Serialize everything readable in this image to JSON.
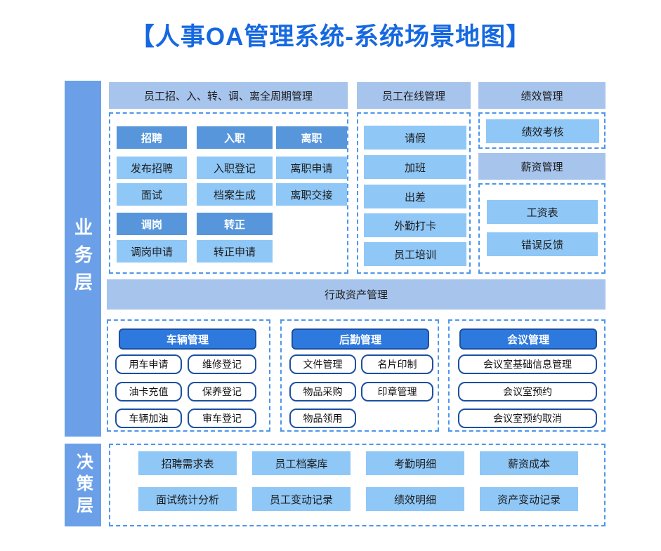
{
  "title": "【人事OA管理系统-系统场景地图】",
  "layers": {
    "business": "业务层",
    "decision": "决策层"
  },
  "lifecycle": {
    "header": "员工招、入、转、调、离全周期管理",
    "recruit": [
      "招聘",
      "发布招聘",
      "面试",
      "调岗",
      "调岗申请"
    ],
    "onboard": [
      "入职",
      "入职登记",
      "档案生成",
      "转正",
      "转正申请"
    ],
    "resign": [
      "离职",
      "离职申请",
      "离职交接"
    ]
  },
  "online": {
    "header": "员工在线管理",
    "items": [
      "请假",
      "加班",
      "出差",
      "外勤打卡",
      "员工培训"
    ]
  },
  "performance": {
    "header": "绩效管理",
    "assessment": "绩效考核",
    "salary_header": "薪资管理",
    "salary_items": [
      "工资表",
      "错误反馈"
    ]
  },
  "admin": {
    "header": "行政资产管理"
  },
  "vehicle": {
    "header": "车辆管理",
    "items": [
      "用车申请",
      "维修登记",
      "油卡充值",
      "保养登记",
      "车辆加油",
      "审车登记"
    ]
  },
  "logistics": {
    "header": "后勤管理",
    "items": [
      "文件管理",
      "名片印制",
      "物品采购",
      "印章管理",
      "物品领用"
    ]
  },
  "meeting": {
    "header": "会议管理",
    "items": [
      "会议室基础信息管理",
      "会议室预约",
      "会议室预约取消"
    ]
  },
  "decision": {
    "row1": [
      "招聘需求表",
      "员工档案库",
      "考勤明细",
      "薪资成本"
    ],
    "row2": [
      "面试统计分析",
      "员工变动记录",
      "绩效明细",
      "资产变动记录"
    ]
  },
  "colors": {
    "title_blue": "#1568E0",
    "sidebar_blue": "#6BA0E9",
    "band_blue": "#A7C4EC",
    "cell_light": "#8FC7F7",
    "cell_strong": "#5896DB",
    "button_fill": "#2E79DE",
    "button_border": "#1C4FA1",
    "dashed_border": "#4D96EC"
  }
}
